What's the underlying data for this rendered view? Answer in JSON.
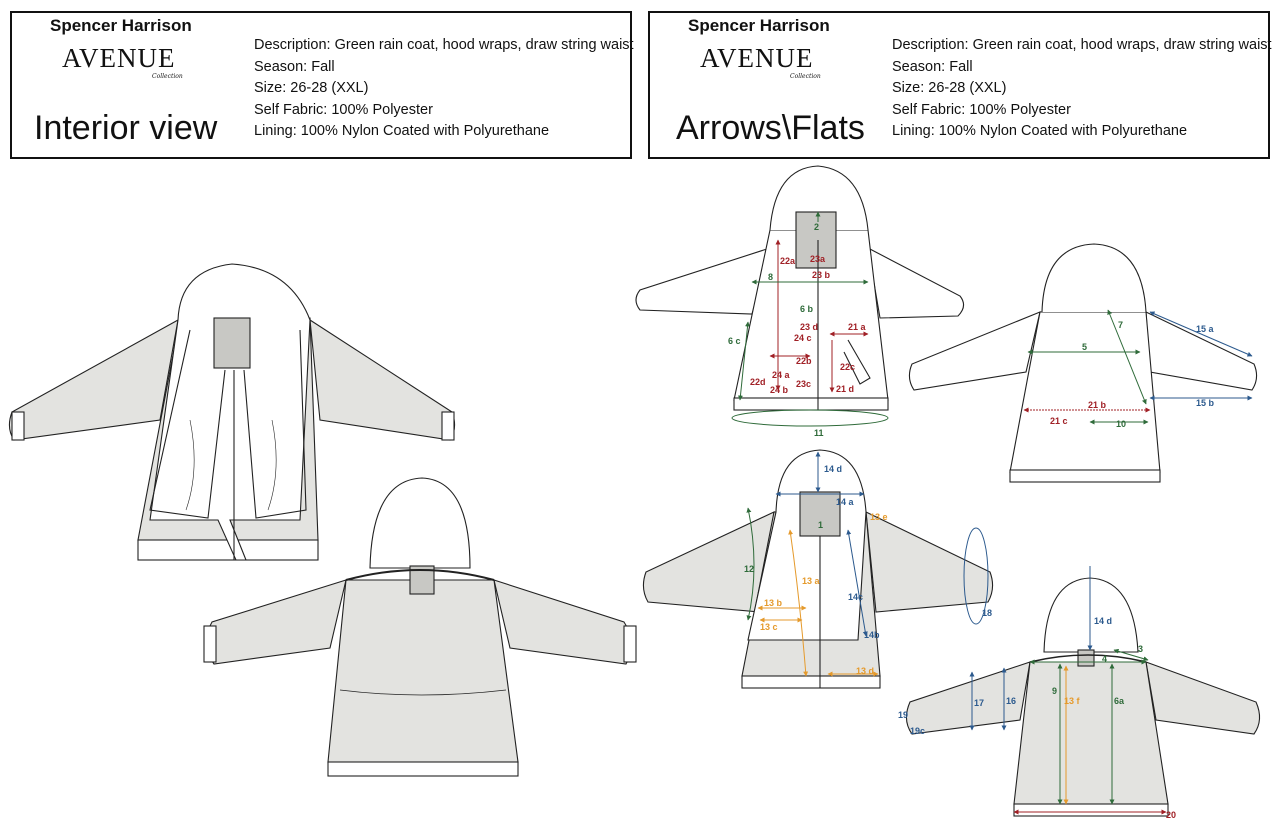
{
  "panels": {
    "left": {
      "designer": "Spencer Harrison",
      "brand": "AVENUE",
      "brand_sub": "Collection",
      "view_title": "Interior view",
      "specs": {
        "description": "Description: Green rain coat, hood wraps, draw string waist",
        "season": "Season: Fall",
        "size": "Size: 26-28 (XXL)",
        "self_fabric": "Self Fabric: 100% Polyester",
        "lining": "Lining: 100% Nylon Coated with Polyurethane"
      }
    },
    "right": {
      "designer": "Spencer Harrison",
      "brand": "AVENUE",
      "brand_sub": "Collection",
      "view_title": "Arrows\\Flats",
      "specs": {
        "description": "Description: Green rain coat, hood wraps, draw string waist",
        "season": "Season: Fall",
        "size": "Size: 26-28 (XXL)",
        "self_fabric": "Self Fabric: 100% Polyester",
        "lining": "Lining: 100% Nylon Coated with Polyurethane"
      }
    }
  },
  "colors": {
    "fill": "#e3e3e0",
    "hood_panel": "#c8c8c4",
    "green": "#2f6b3a",
    "red": "#a02026",
    "blue": "#2c5a8e",
    "orange": "#e59a2c"
  },
  "measurements": {
    "front_open": {
      "m2": "2",
      "m23a": "23a",
      "m22a": "22a",
      "m23b": "23 b",
      "m8": "8",
      "m6b": "6 b",
      "m6c": "6 c",
      "m23d": "23 d",
      "m24c": "24 c",
      "m21a": "21 a",
      "m22b": "22b",
      "m22c": "22c",
      "m24a": "24 a",
      "m23c": "23c",
      "m22d": "22d",
      "m24b": "24 b",
      "m21d": "21 d",
      "m11": "11"
    },
    "back_top": {
      "m7": "7",
      "m15a": "15 a",
      "m5": "5",
      "m21b": "21 b",
      "m15b": "15 b",
      "m21c": "21 c",
      "m10": "10"
    },
    "front_interior": {
      "m14d": "14 d",
      "m14a": "14 a",
      "m13e": "13 e",
      "m1": "1",
      "m12": "12",
      "m13a": "13 a",
      "m13b": "13 b",
      "m14c": "14c",
      "m13c": "13 c",
      "m14b": "14b",
      "m18": "18",
      "m13d": "13 d"
    },
    "back_bottom": {
      "m14d": "14 d",
      "m3": "3",
      "m4": "4",
      "m9": "9",
      "m17": "17",
      "m16": "16",
      "m13f": "13 f",
      "m6a": "6a",
      "m19": "19",
      "m19c": "19c",
      "m20": "20"
    }
  }
}
